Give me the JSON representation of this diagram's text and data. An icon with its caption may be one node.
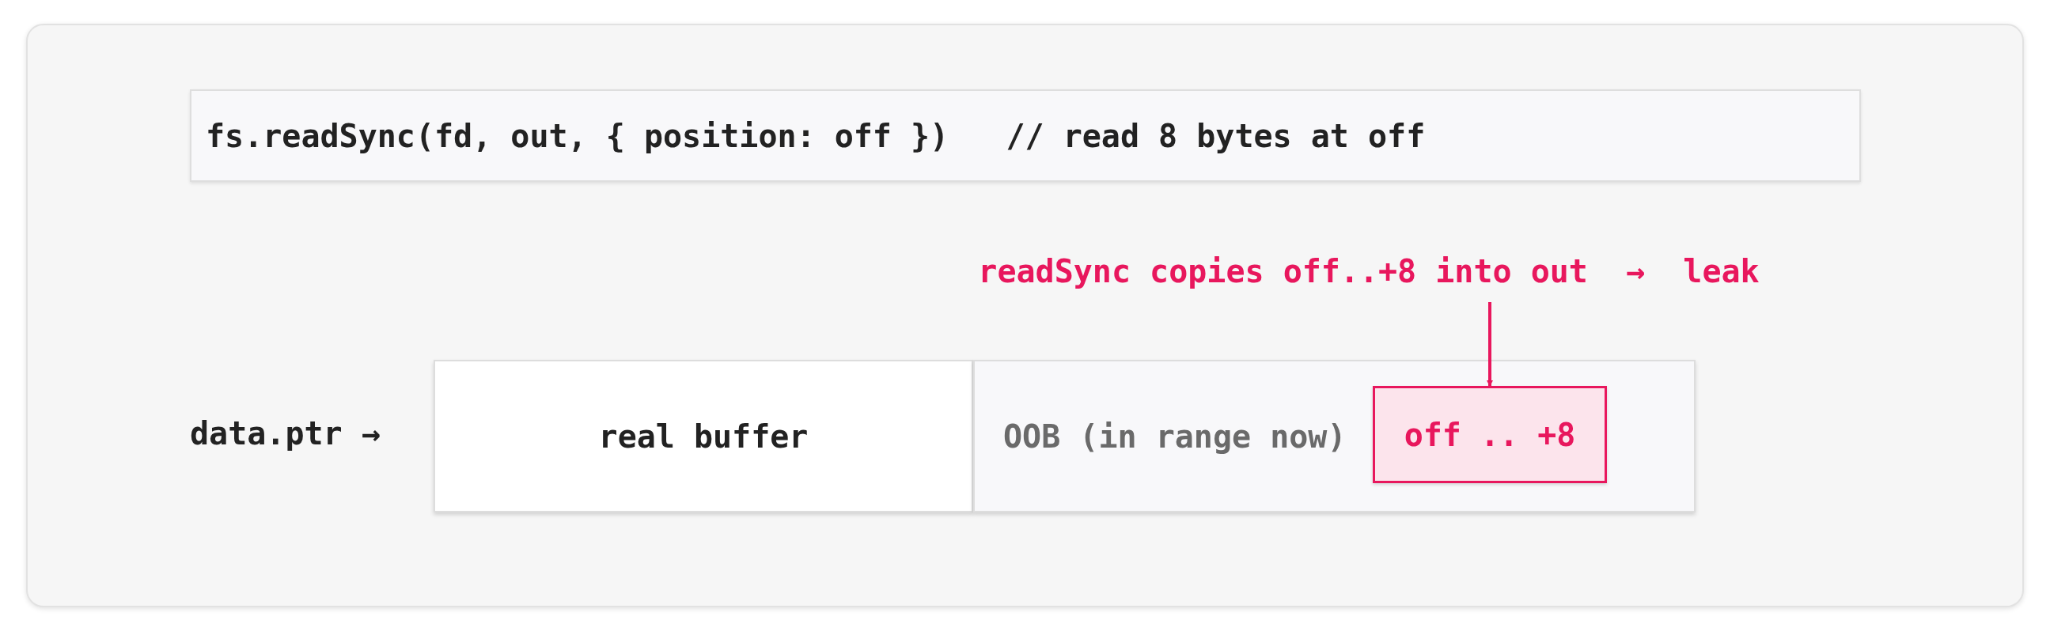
{
  "diagram": {
    "nodes": [
      {
        "text": [
          "fs.readSync(fd, out, { position: off })   // read 8 bytes at off"
        ]
      },
      {
        "text": [
          "real buffer"
        ]
      },
      {
        "text": [
          "OOB (in range now)"
        ]
      },
      {
        "text": [
          "off .. +8"
        ],
        "in": 2
      },
      {
        "text": [
          "readSync copies off..+8 into out  →  leak"
        ]
      }
    ],
    "edges": [
      {
        "from": 4,
        "to": 3,
        "arrow": "to"
      }
    ],
    "labels": [
      "data.ptr →"
    ]
  }
}
